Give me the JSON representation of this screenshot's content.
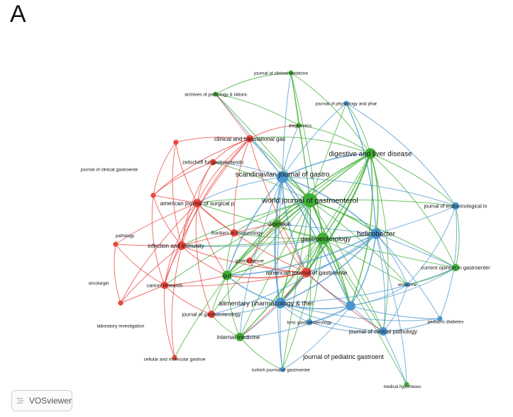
{
  "panel_label": "A",
  "badge": {
    "text": "VOSviewer",
    "icon": "vosviewer-logo-icon"
  },
  "colors": {
    "red": "#e8463c",
    "green": "#3fae35",
    "blue": "#4a96cf"
  },
  "nodes": [
    {
      "id": "wjg",
      "label": "world journal of gastroenterol",
      "cluster": "green",
      "weight": 10
    },
    {
      "id": "sjg",
      "label": "scandinavian journal of gastro",
      "cluster": "blue",
      "weight": 8
    },
    {
      "id": "dld",
      "label": "digestive and liver disease",
      "cluster": "green",
      "weight": 7
    },
    {
      "id": "gastro",
      "label": "gastroenterology",
      "cluster": "green",
      "weight": 8
    },
    {
      "id": "helico",
      "label": "helicobacter",
      "cluster": "blue",
      "weight": 7
    },
    {
      "id": "apt",
      "label": "alimentary pharmacology & ther",
      "cluster": "blue",
      "weight": 7
    },
    {
      "id": "jpg",
      "label": "journal of pediatric gastroent",
      "cluster": "blue",
      "weight": 6
    },
    {
      "id": "ajsp",
      "label": "american journal of surgical p",
      "cluster": "red",
      "weight": 5
    },
    {
      "id": "aog",
      "label": "american journal of gastroente",
      "cluster": "red",
      "weight": 6
    },
    {
      "id": "digestion",
      "label": "digestion",
      "cluster": "green",
      "weight": 5
    },
    {
      "id": "gut",
      "label": "gut",
      "cluster": "green",
      "weight": 6
    },
    {
      "id": "iai",
      "label": "infection and immunity",
      "cluster": "red",
      "weight": 5
    },
    {
      "id": "ctg",
      "label": "clinical and translational gas",
      "cluster": "red",
      "weight": 4
    },
    {
      "id": "zfg",
      "label": "zeitschrift fur gastroenterolo",
      "cluster": "red",
      "weight": 3
    },
    {
      "id": "fii",
      "label": "frontiers in immunology",
      "cluster": "red",
      "weight": 4
    },
    {
      "id": "cancer",
      "label": "cancer research",
      "cluster": "red",
      "weight": 4
    },
    {
      "id": "jog",
      "label": "journal of gastroenterology",
      "cluster": "red",
      "weight": 4
    },
    {
      "id": "im",
      "label": "internal medicine",
      "cluster": "green",
      "weight": 5
    },
    {
      "id": "jcp",
      "label": "journal of clinical pathology",
      "cluster": "blue",
      "weight": 5
    },
    {
      "id": "cog",
      "label": "current opinion in gastroenter",
      "cluster": "green",
      "weight": 4
    },
    {
      "id": "jei",
      "label": "journal of endocrinological in",
      "cluster": "blue",
      "weight": 4
    },
    {
      "id": "jcm",
      "label": "journal of clinical medicine",
      "cluster": "green",
      "weight": 2
    },
    {
      "id": "apl",
      "label": "archives of pathology & labora",
      "cluster": "green",
      "weight": 2
    },
    {
      "id": "jpp",
      "label": "journal of physiology and phar",
      "cluster": "blue",
      "weight": 2
    },
    {
      "id": "diag",
      "label": "diagnostics",
      "cluster": "green",
      "weight": 2
    },
    {
      "id": "jcg",
      "label": "journal of clinical gastroente",
      "cluster": "red",
      "weight": 2
    },
    {
      "id": "path",
      "label": "pathology",
      "cluster": "red",
      "weight": 2
    },
    {
      "id": "onco",
      "label": "oncotarget",
      "cluster": "red",
      "weight": 2
    },
    {
      "id": "labinv",
      "label": "laboratory investigation",
      "cluster": "red",
      "weight": 2
    },
    {
      "id": "cmg",
      "label": "cellular and molecular gastroe",
      "cluster": "red",
      "weight": 2
    },
    {
      "id": "tjg",
      "label": "turkish journal of gastroenter",
      "cluster": "blue",
      "weight": 2
    },
    {
      "id": "bmc",
      "label": "bmc gastroenterology",
      "cluster": "blue",
      "weight": 3
    },
    {
      "id": "gc",
      "label": "gastric cancer",
      "cluster": "red",
      "weight": 3
    },
    {
      "id": "endo",
      "label": "endocrine",
      "cluster": "blue",
      "weight": 2
    },
    {
      "id": "pd",
      "label": "pediatric diabetes",
      "cluster": "blue",
      "weight": 2
    },
    {
      "id": "mh",
      "label": "medical hypotheses",
      "cluster": "green",
      "weight": 2
    }
  ],
  "edges": [
    [
      "wjg",
      "sjg"
    ],
    [
      "wjg",
      "dld"
    ],
    [
      "wjg",
      "gastro"
    ],
    [
      "wjg",
      "helico"
    ],
    [
      "wjg",
      "apt"
    ],
    [
      "wjg",
      "jpg"
    ],
    [
      "wjg",
      "ajsp"
    ],
    [
      "wjg",
      "aog"
    ],
    [
      "wjg",
      "digestion"
    ],
    [
      "wjg",
      "gut"
    ],
    [
      "wjg",
      "iai"
    ],
    [
      "wjg",
      "ctg"
    ],
    [
      "wjg",
      "zfg"
    ],
    [
      "wjg",
      "fii"
    ],
    [
      "wjg",
      "cancer"
    ],
    [
      "wjg",
      "jog"
    ],
    [
      "wjg",
      "im"
    ],
    [
      "wjg",
      "jcp"
    ],
    [
      "wjg",
      "cog"
    ],
    [
      "wjg",
      "jei"
    ],
    [
      "wjg",
      "jcm"
    ],
    [
      "wjg",
      "apl"
    ],
    [
      "wjg",
      "jpp"
    ],
    [
      "wjg",
      "diag"
    ],
    [
      "wjg",
      "bmc"
    ],
    [
      "wjg",
      "gc"
    ],
    [
      "wjg",
      "endo"
    ],
    [
      "wjg",
      "tjg"
    ],
    [
      "sjg",
      "dld"
    ],
    [
      "sjg",
      "gastro"
    ],
    [
      "sjg",
      "helico"
    ],
    [
      "sjg",
      "apt"
    ],
    [
      "sjg",
      "jpg"
    ],
    [
      "sjg",
      "ajsp"
    ],
    [
      "sjg",
      "aog"
    ],
    [
      "sjg",
      "digestion"
    ],
    [
      "sjg",
      "gut"
    ],
    [
      "sjg",
      "ctg"
    ],
    [
      "sjg",
      "zfg"
    ],
    [
      "sjg",
      "jcm"
    ],
    [
      "sjg",
      "apl"
    ],
    [
      "sjg",
      "jpp"
    ],
    [
      "sjg",
      "diag"
    ],
    [
      "sjg",
      "jei"
    ],
    [
      "sjg",
      "im"
    ],
    [
      "sjg",
      "tjg"
    ],
    [
      "dld",
      "gastro"
    ],
    [
      "dld",
      "helico"
    ],
    [
      "dld",
      "apt"
    ],
    [
      "dld",
      "jpg"
    ],
    [
      "dld",
      "aog"
    ],
    [
      "dld",
      "digestion"
    ],
    [
      "dld",
      "gut"
    ],
    [
      "dld",
      "ctg"
    ],
    [
      "dld",
      "cog"
    ],
    [
      "dld",
      "jei"
    ],
    [
      "dld",
      "jcm"
    ],
    [
      "dld",
      "diag"
    ],
    [
      "dld",
      "jpp"
    ],
    [
      "dld",
      "im"
    ],
    [
      "dld",
      "jcp"
    ],
    [
      "gastro",
      "helico"
    ],
    [
      "gastro",
      "apt"
    ],
    [
      "gastro",
      "jpg"
    ],
    [
      "gastro",
      "aog"
    ],
    [
      "gastro",
      "digestion"
    ],
    [
      "gastro",
      "gut"
    ],
    [
      "gastro",
      "ajsp"
    ],
    [
      "gastro",
      "iai"
    ],
    [
      "gastro",
      "im"
    ],
    [
      "gastro",
      "jcp"
    ],
    [
      "gastro",
      "cog"
    ],
    [
      "gastro",
      "fii"
    ],
    [
      "gastro",
      "bmc"
    ],
    [
      "gastro",
      "tjg"
    ],
    [
      "gastro",
      "mh"
    ],
    [
      "gastro",
      "endo"
    ],
    [
      "helico",
      "apt"
    ],
    [
      "helico",
      "jpg"
    ],
    [
      "helico",
      "aog"
    ],
    [
      "helico",
      "digestion"
    ],
    [
      "helico",
      "gut"
    ],
    [
      "helico",
      "jcp"
    ],
    [
      "helico",
      "cog"
    ],
    [
      "helico",
      "jei"
    ],
    [
      "helico",
      "endo"
    ],
    [
      "helico",
      "pd"
    ],
    [
      "helico",
      "iai"
    ],
    [
      "helico",
      "jpp"
    ],
    [
      "helico",
      "jog"
    ],
    [
      "helico",
      "mh"
    ],
    [
      "apt",
      "jpg"
    ],
    [
      "apt",
      "aog"
    ],
    [
      "apt",
      "gut"
    ],
    [
      "apt",
      "im"
    ],
    [
      "apt",
      "jcp"
    ],
    [
      "apt",
      "jog"
    ],
    [
      "apt",
      "digestion"
    ],
    [
      "apt",
      "bmc"
    ],
    [
      "apt",
      "cog"
    ],
    [
      "apt",
      "tjg"
    ],
    [
      "apt",
      "pd"
    ],
    [
      "jpg",
      "jcp"
    ],
    [
      "jpg",
      "im"
    ],
    [
      "jpg",
      "tjg"
    ],
    [
      "jpg",
      "endo"
    ],
    [
      "jpg",
      "pd"
    ],
    [
      "jpg",
      "aog"
    ],
    [
      "jpg",
      "cog"
    ],
    [
      "jpg",
      "bmc"
    ],
    [
      "ajsp",
      "iai"
    ],
    [
      "ajsp",
      "ctg"
    ],
    [
      "ajsp",
      "zfg"
    ],
    [
      "ajsp",
      "cancer"
    ],
    [
      "ajsp",
      "jcg"
    ],
    [
      "ajsp",
      "path"
    ],
    [
      "ajsp",
      "onco"
    ],
    [
      "ajsp",
      "labinv"
    ],
    [
      "ajsp",
      "aog"
    ],
    [
      "ajsp",
      "gut"
    ],
    [
      "ajsp",
      "fii"
    ],
    [
      "ajsp",
      "jog"
    ],
    [
      "aog",
      "iai"
    ],
    [
      "aog",
      "gut"
    ],
    [
      "aog",
      "digestion"
    ],
    [
      "aog",
      "cancer"
    ],
    [
      "aog",
      "gc"
    ],
    [
      "aog",
      "im"
    ],
    [
      "aog",
      "jcp"
    ],
    [
      "aog",
      "ctg"
    ],
    [
      "iai",
      "cancer"
    ],
    [
      "iai",
      "fii"
    ],
    [
      "iai",
      "path"
    ],
    [
      "iai",
      "onco"
    ],
    [
      "iai",
      "labinv"
    ],
    [
      "iai",
      "cmg"
    ],
    [
      "iai",
      "jcg"
    ],
    [
      "iai",
      "gut"
    ],
    [
      "iai",
      "zfg"
    ],
    [
      "iai",
      "ctg"
    ],
    [
      "ctg",
      "zfg"
    ],
    [
      "ctg",
      "jcg"
    ],
    [
      "ctg",
      "path"
    ],
    [
      "ctg",
      "fii"
    ],
    [
      "ctg",
      "cancer"
    ],
    [
      "ctg",
      "diag"
    ],
    [
      "ctg",
      "apl"
    ],
    [
      "cancer",
      "onco"
    ],
    [
      "cancer",
      "labinv"
    ],
    [
      "cancer",
      "cmg"
    ],
    [
      "cancer",
      "jog"
    ],
    [
      "cancer",
      "gut"
    ],
    [
      "cancer",
      "path"
    ],
    [
      "gut",
      "im"
    ],
    [
      "gut",
      "digestion"
    ],
    [
      "gut",
      "jog"
    ],
    [
      "gut",
      "fii"
    ],
    [
      "gut",
      "gc"
    ],
    [
      "gut",
      "cmg"
    ],
    [
      "jcm",
      "apl"
    ],
    [
      "jcm",
      "diag"
    ],
    [
      "jcm",
      "gastro"
    ],
    [
      "apl",
      "diag"
    ],
    [
      "jpp",
      "jei"
    ],
    [
      "jpp",
      "helico"
    ],
    [
      "jcg",
      "path"
    ],
    [
      "onco",
      "labinv"
    ],
    [
      "im",
      "tjg"
    ],
    [
      "im",
      "jog"
    ],
    [
      "jcp",
      "endo"
    ],
    [
      "jcp",
      "pd"
    ],
    [
      "jcp",
      "mh"
    ],
    [
      "cog",
      "jei"
    ],
    [
      "cog",
      "endo"
    ],
    [
      "jei",
      "endo"
    ],
    [
      "jei",
      "pd"
    ],
    [
      "bmc",
      "jcp"
    ],
    [
      "gc",
      "digestion"
    ],
    [
      "fii",
      "digestion"
    ],
    [
      "zfg",
      "path"
    ]
  ]
}
